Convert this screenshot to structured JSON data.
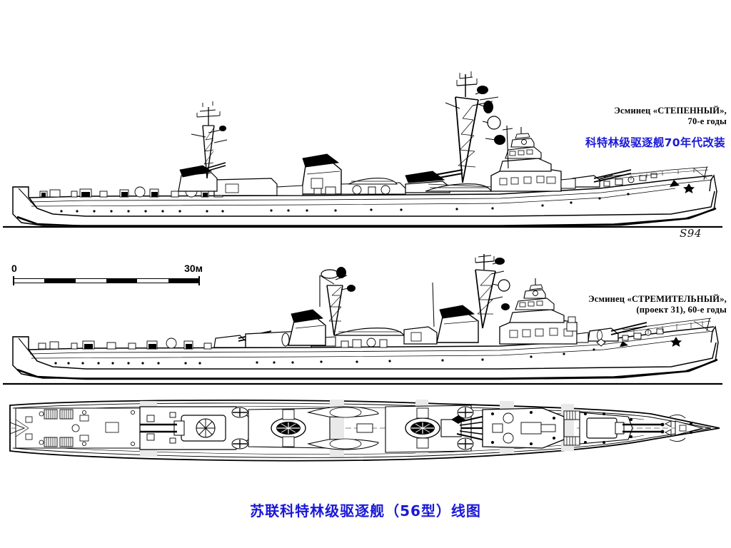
{
  "figure": {
    "kind": "technical-line-drawing",
    "subject": "Soviet Kotlin-class destroyer (Project 56)",
    "background_color": "#ffffff",
    "ink_color": "#000000",
    "accent_color": "#1a18d8",
    "caption": "苏联科特林级驱逐舰（56型）线图",
    "signature": "S94",
    "views": [
      {
        "id": "profile-upper",
        "view_type": "side-profile",
        "bow_direction": "right",
        "label_ru_line1": "Эсминец «СТЕПЕННЫЙ»,",
        "label_ru_line2": "70-е годы",
        "label_cn": "科特林级驱逐舰70年代改装"
      },
      {
        "id": "profile-lower",
        "view_type": "side-profile",
        "bow_direction": "right",
        "label_ru_line1": "Эсминец «СТРЕМИТЕЛЬНЫЙ»,",
        "label_ru_line2": "(проект 31), 60-е годы",
        "label_cn": ""
      },
      {
        "id": "plan-view",
        "view_type": "top-plan",
        "bow_direction": "right",
        "label_ru_line1": "",
        "label_ru_line2": "",
        "label_cn": ""
      }
    ]
  },
  "scalebar": {
    "zero_label": "0",
    "max_label": "30м",
    "segments": 6,
    "unit": "м",
    "max_value": 30
  }
}
